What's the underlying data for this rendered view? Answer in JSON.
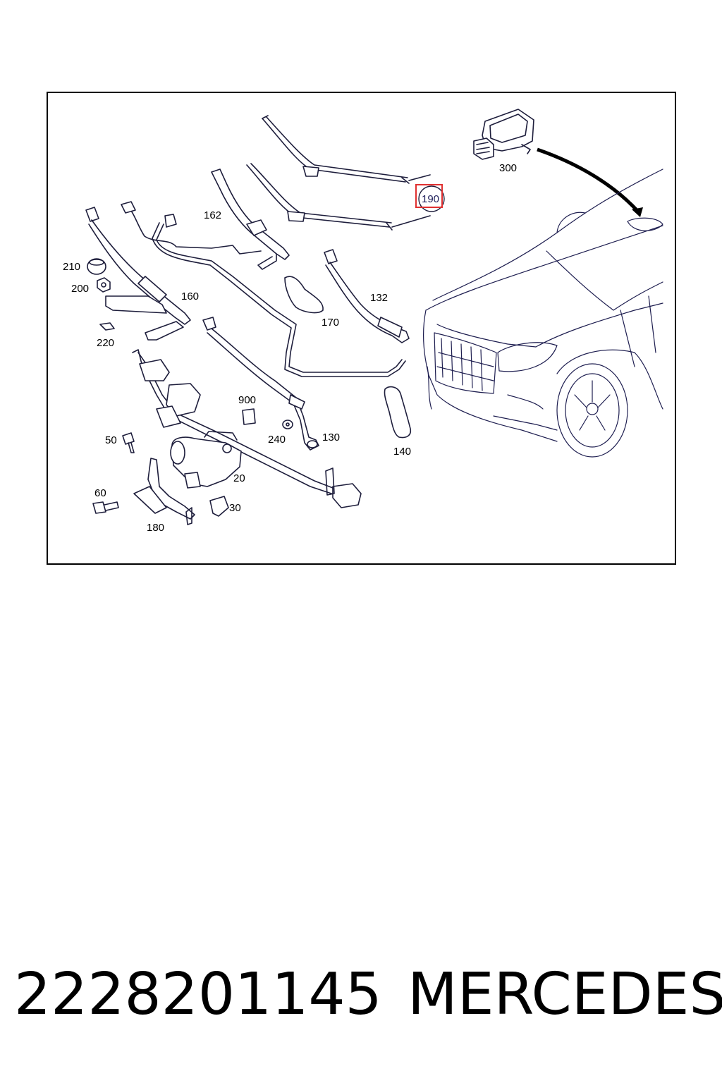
{
  "diagram": {
    "callouts": [
      {
        "id": "label-300",
        "text": "300"
      },
      {
        "id": "label-190",
        "text": "190"
      },
      {
        "id": "label-162",
        "text": "162"
      },
      {
        "id": "label-210",
        "text": "210"
      },
      {
        "id": "label-200",
        "text": "200"
      },
      {
        "id": "label-160",
        "text": "160"
      },
      {
        "id": "label-132",
        "text": "132"
      },
      {
        "id": "label-170",
        "text": "170"
      },
      {
        "id": "label-220",
        "text": "220"
      },
      {
        "id": "label-900",
        "text": "900"
      },
      {
        "id": "label-240",
        "text": "240"
      },
      {
        "id": "label-130",
        "text": "130"
      },
      {
        "id": "label-140",
        "text": "140"
      },
      {
        "id": "label-50",
        "text": "50"
      },
      {
        "id": "label-20",
        "text": "20"
      },
      {
        "id": "label-60",
        "text": "60"
      },
      {
        "id": "label-30",
        "text": "30"
      },
      {
        "id": "label-180",
        "text": "180"
      }
    ],
    "highlighted_callout": "190",
    "highlight_color": "#e03030",
    "line_color": "#1e1e3c"
  },
  "caption": {
    "part_number": "2228201145",
    "brand": "MERCEDES"
  }
}
